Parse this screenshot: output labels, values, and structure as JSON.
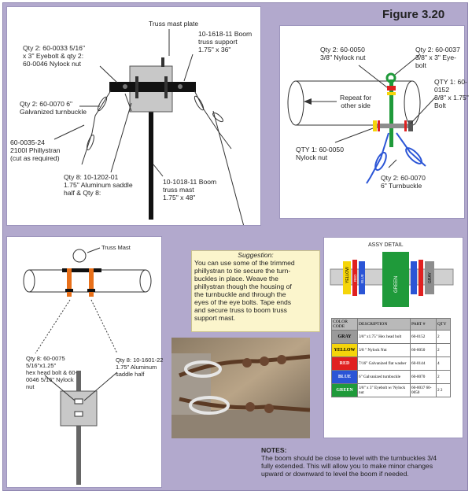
{
  "figure_title": "Figure 3.20",
  "panel_top_left": {
    "truss_mast_plate": "Truss mast plate",
    "boom_support_lines": [
      "10-1618-11 Boom",
      "truss support",
      "1.75\" x 36\""
    ],
    "eyebolt_lines": [
      "Qty 2: 60-0033 5/16\"",
      "x 3\" Eyebolt & qty 2:",
      "60-0046 Nylock nut"
    ],
    "turnbuckle_lines": [
      "Qty 2: 60-0070 6\"",
      "Galvanized turnbuckle"
    ],
    "phillystran_lines": [
      "60-0035-24",
      "2100I Phillystran",
      "(cut as required)"
    ],
    "saddle_lines": [
      "Qty 8: 10-1202-01",
      "1.75\" Aluminum saddle",
      "half & Qty 8:"
    ],
    "boom_mast_lines": [
      "10-1018-11 Boom",
      "truss mast",
      "1.75\" x 48\""
    ]
  },
  "panel_top_right": {
    "nut_lines": [
      "Qty 2: 60-0050",
      "3/8\" Nylock nut"
    ],
    "eyebolt_lines": [
      "Qty 2: 60-0037",
      "3/8\" x 3\" Eye-",
      "bolt"
    ],
    "bolt_lines": [
      "QTY 1: 60-",
      "0152",
      "3/8\" x 1.75\"",
      "Bolt"
    ],
    "repeat_lines": [
      "Repeat for",
      "other side"
    ],
    "nut_bottom_lines": [
      "QTY 1: 60-0050",
      "Nylock nut"
    ],
    "turnbuckle_lines": [
      "Qty 2: 60-0070",
      "6\" Turnbuckle"
    ]
  },
  "panel_bottom_left": {
    "truss_mast": "Truss Mast",
    "hex_bolt_lines": [
      "Qty 8: 60-0075",
      "5/16\"x1.25\"",
      "hex head bolt & 60-",
      "0046 5/16\" Nylock",
      "nut"
    ],
    "saddle_lines": [
      "Qty 8: 10-1601-22",
      "1.75\" Aluminum",
      "saddle half"
    ]
  },
  "suggestion": {
    "heading": "Suggestion:",
    "lines": [
      "You can use some of the trimmed",
      "phillystran to tie secure the turn-",
      "buckles in place. Weave the",
      "phillystran though the housing of",
      "the turnbuckle and through the",
      "eyes of the eye bolts.  Tape ends",
      "and secure truss to boom truss",
      "support mast."
    ]
  },
  "assy": {
    "title": "ASSY DETAIL",
    "labels": {
      "yellow": "YELLOW",
      "red": "RED",
      "blue": "BLUE",
      "green": "GREEN",
      "gray": "GRAY"
    },
    "colors": {
      "yellow": "#f5d50a",
      "red": "#e02020",
      "blue": "#2b55d6",
      "green": "#1f9a3a",
      "gray": "#8d8d8d"
    },
    "table": {
      "headers": [
        "COLOR CODE",
        "DESCRIPTION",
        "PART #",
        "QTY"
      ],
      "rows": [
        {
          "code": "GRAY",
          "bg": "#9a9a9a",
          "fg": "#000000",
          "desc": "3/8\" x1.75\" Hex head bolt",
          "part": "60-0152",
          "qty": "2"
        },
        {
          "code": "YELLOW",
          "bg": "#f5d50a",
          "fg": "#000000",
          "desc": "3/8 \" Nylock Nut",
          "part": "60-0050",
          "qty": "2"
        },
        {
          "code": "RED",
          "bg": "#e02020",
          "fg": "#ffffff",
          "desc": "7/16\" Galvanized flat washer",
          "part": "60-0144",
          "qty": "4"
        },
        {
          "code": "BLUE",
          "bg": "#2b55d6",
          "fg": "#ffffff",
          "desc": "6\" Galvanized turnbuckle",
          "part": "60-0070",
          "qty": "2"
        },
        {
          "code": "GREEN",
          "bg": "#1f9a3a",
          "fg": "#ffffff",
          "desc": "3/8\" x 3\" Eyebolt w/ Nylock nut",
          "part": "60-0037 60-0050",
          "qty": "2 2"
        }
      ]
    }
  },
  "notes": {
    "heading": "NOTES:",
    "lines": [
      "The boom should be close to level with the turnbuckles 3/4",
      "fully extended.  This will allow you to make minor changes",
      "upward or downward  to level the boom if needed."
    ]
  }
}
